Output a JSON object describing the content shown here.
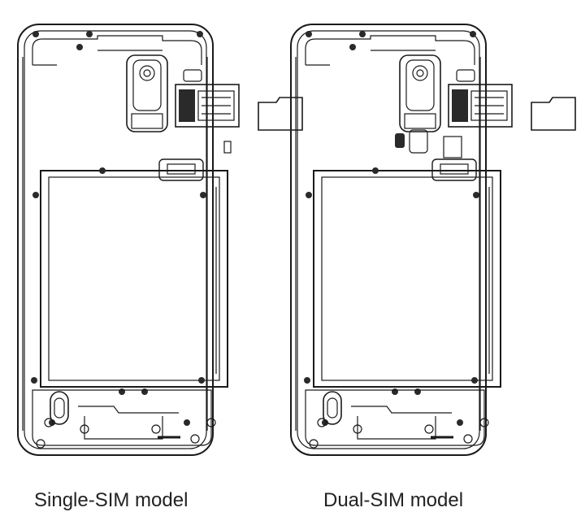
{
  "figure": {
    "panels": [
      {
        "id": "single",
        "caption": "Single-SIM model",
        "variant": "single"
      },
      {
        "id": "dual",
        "caption": "Dual-SIM model",
        "variant": "dual"
      }
    ],
    "colors": {
      "line": "#1a1a1a",
      "fill_dark": "#2a2a2a",
      "background": "#ffffff"
    }
  }
}
